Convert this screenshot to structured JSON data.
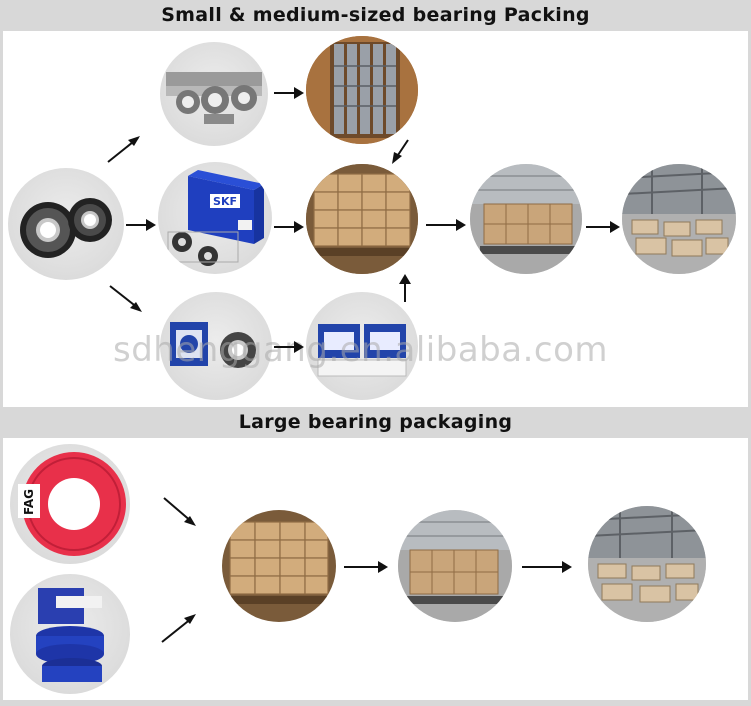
{
  "banner_small": "Small & medium-sized bearing Packing",
  "banner_large": "Large bearing packaging",
  "watermark": "sdhenggang.en.alibaba.com",
  "brand_labels": {
    "skf": "SKF",
    "fag": "FAG"
  },
  "colors": {
    "banner_bg": "#d8d8d8",
    "panel_bg": "#ffffff",
    "arrow": "#111111",
    "carton": "#c9a57a",
    "skf_blue": "#1f3fbf",
    "nsk_blue": "#2244aa",
    "fag_red": "#e8304a"
  },
  "icons": {
    "arrow": "arrow-icon",
    "bearing": "ball-bearing-icon",
    "box": "carton-box-icon",
    "pallet": "pallet-icon",
    "warehouse": "warehouse-icon"
  }
}
